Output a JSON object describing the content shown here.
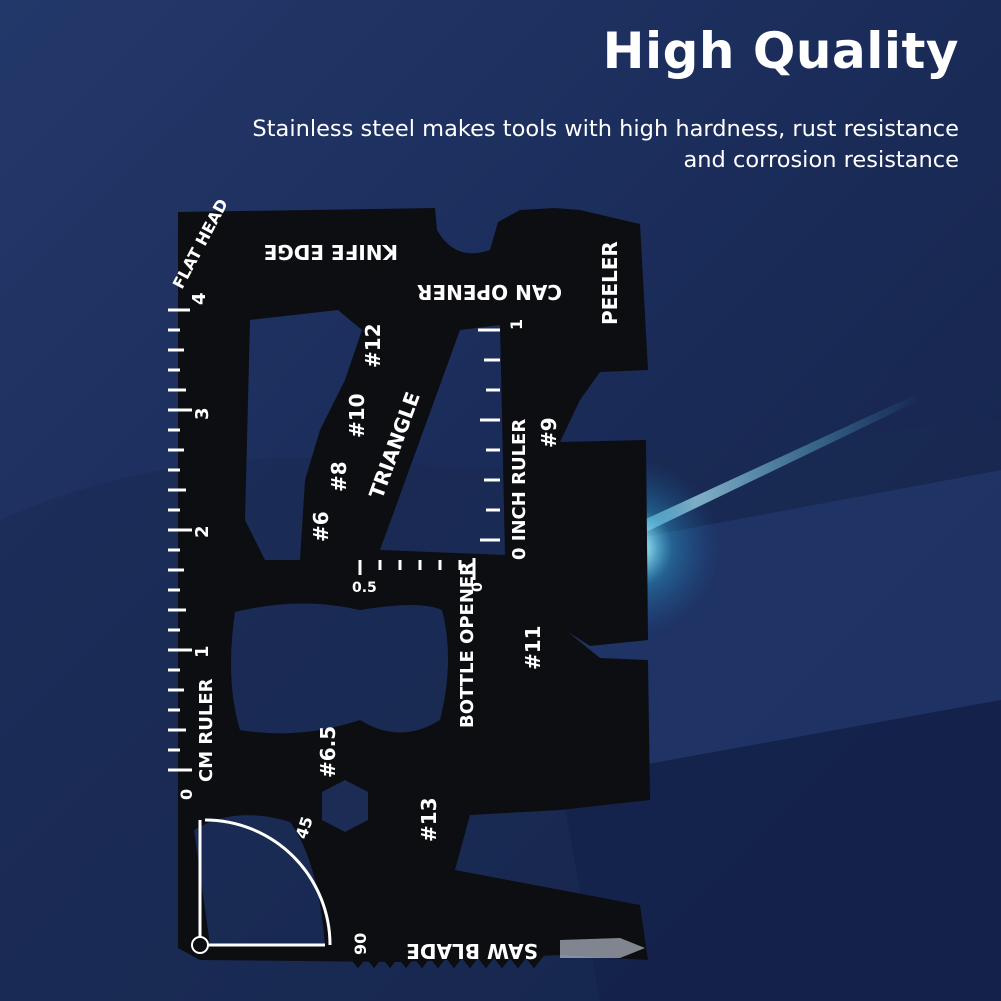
{
  "headline": "High Quality",
  "description": {
    "line1": "Stainless steel makes tools with high hardness, rust resistance",
    "line2": "and corrosion resistance"
  },
  "card_labels": {
    "flat_head": "FLAT HEAD",
    "knife_edge": "KNIFE EDGE",
    "can_opener": "CAN OPENER",
    "peeler": "PEELER",
    "triangle": "TRIANGLE",
    "inch_ruler": "0 INCH RULER",
    "inch_one": "1",
    "hex_12": "#12",
    "hex_10": "#10",
    "hex_9": "#9",
    "hex_8": "#8",
    "hex_6": "#6",
    "hex_6_5": "#6.5",
    "hex_11": "#11",
    "hex_13": "#13",
    "bottle_opener": "BOTTLE OPENER",
    "cm_ruler": "CM RULER",
    "saw_blade": "SAW BLADE",
    "ruler_4": "4",
    "ruler_3": "3",
    "ruler_2": "2",
    "ruler_1": "1",
    "ruler_0": "0",
    "angle_45": "45",
    "angle_90": "90",
    "scale_0_5": "0.5",
    "scale_0": "0"
  },
  "colors": {
    "background": "#1c2c55",
    "card": "#0d0e12",
    "text": "#ffffff",
    "glow": "#62d8ff"
  }
}
